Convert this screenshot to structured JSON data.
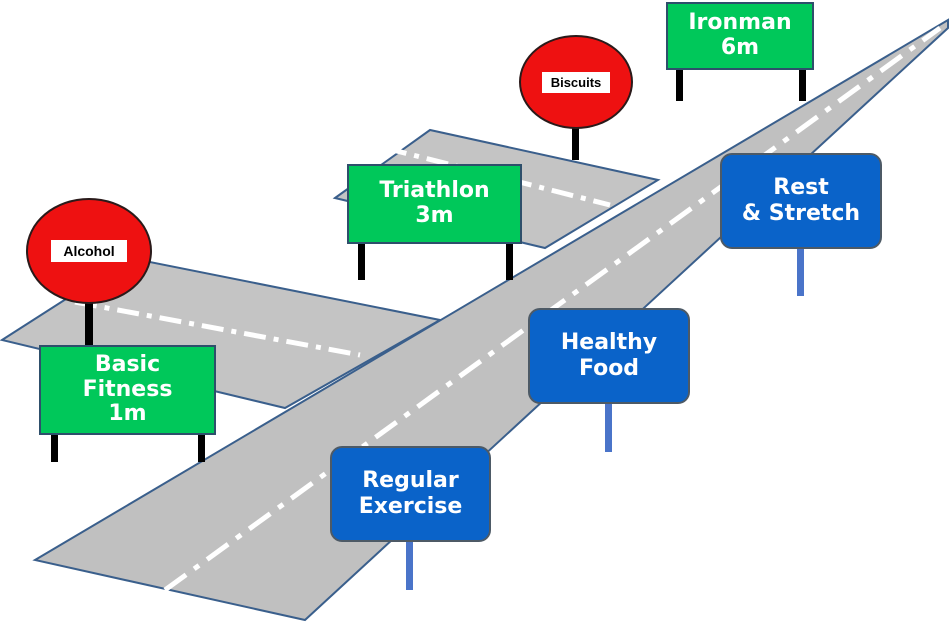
{
  "colors": {
    "road": "#c0c0c0",
    "road_edge": "#3a5f8c",
    "green_sign": "#00c85a",
    "blue_sign": "#0a63c9",
    "stop_sign": "#ee1111"
  },
  "milestones": {
    "basic_fitness": [
      "Basic",
      "Fitness",
      "1m"
    ],
    "triathlon": [
      "Triathlon",
      "3m"
    ],
    "ironman": [
      "Ironman",
      "6m"
    ]
  },
  "habits": {
    "regular_exercise": [
      "Regular",
      "Exercise"
    ],
    "healthy_food": [
      "Healthy",
      "Food"
    ],
    "rest_stretch": [
      "Rest",
      "& Stretch"
    ]
  },
  "obstacles": {
    "alcohol": "Alcohol",
    "biscuits": "Biscuits"
  }
}
